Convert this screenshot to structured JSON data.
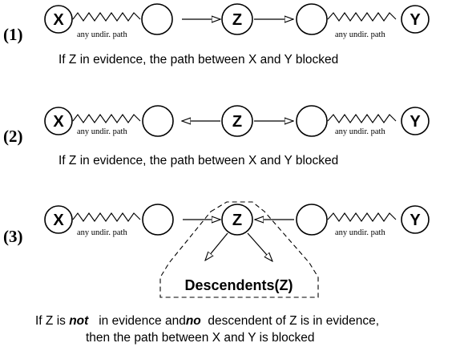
{
  "rows": [
    {
      "label": "(1)",
      "node_x": "X",
      "node_z": "Z",
      "node_y": "Y",
      "left_path_label": "any undir. path",
      "right_path_label": "any undir. path",
      "pattern": "chain",
      "caption": "If Z in evidence, the path between X and Y blocked"
    },
    {
      "label": "(2)",
      "node_x": "X",
      "node_z": "Z",
      "node_y": "Y",
      "left_path_label": "any undir. path",
      "right_path_label": "any undir. path",
      "pattern": "fork",
      "caption": "If Z in evidence, the path between X and Y blocked"
    },
    {
      "label": "(3)",
      "node_x": "X",
      "node_z": "Z",
      "node_y": "Y",
      "left_path_label": "any undir. path",
      "right_path_label": "any undir. path",
      "pattern": "collider",
      "descendants_label": "Descendents(Z)",
      "caption_parts": [
        "If Z is ",
        "not",
        "   in evidence and",
        "no",
        "  descendent of Z is in evidence,"
      ],
      "caption_line2": "then the path between X and Y is blocked"
    }
  ]
}
